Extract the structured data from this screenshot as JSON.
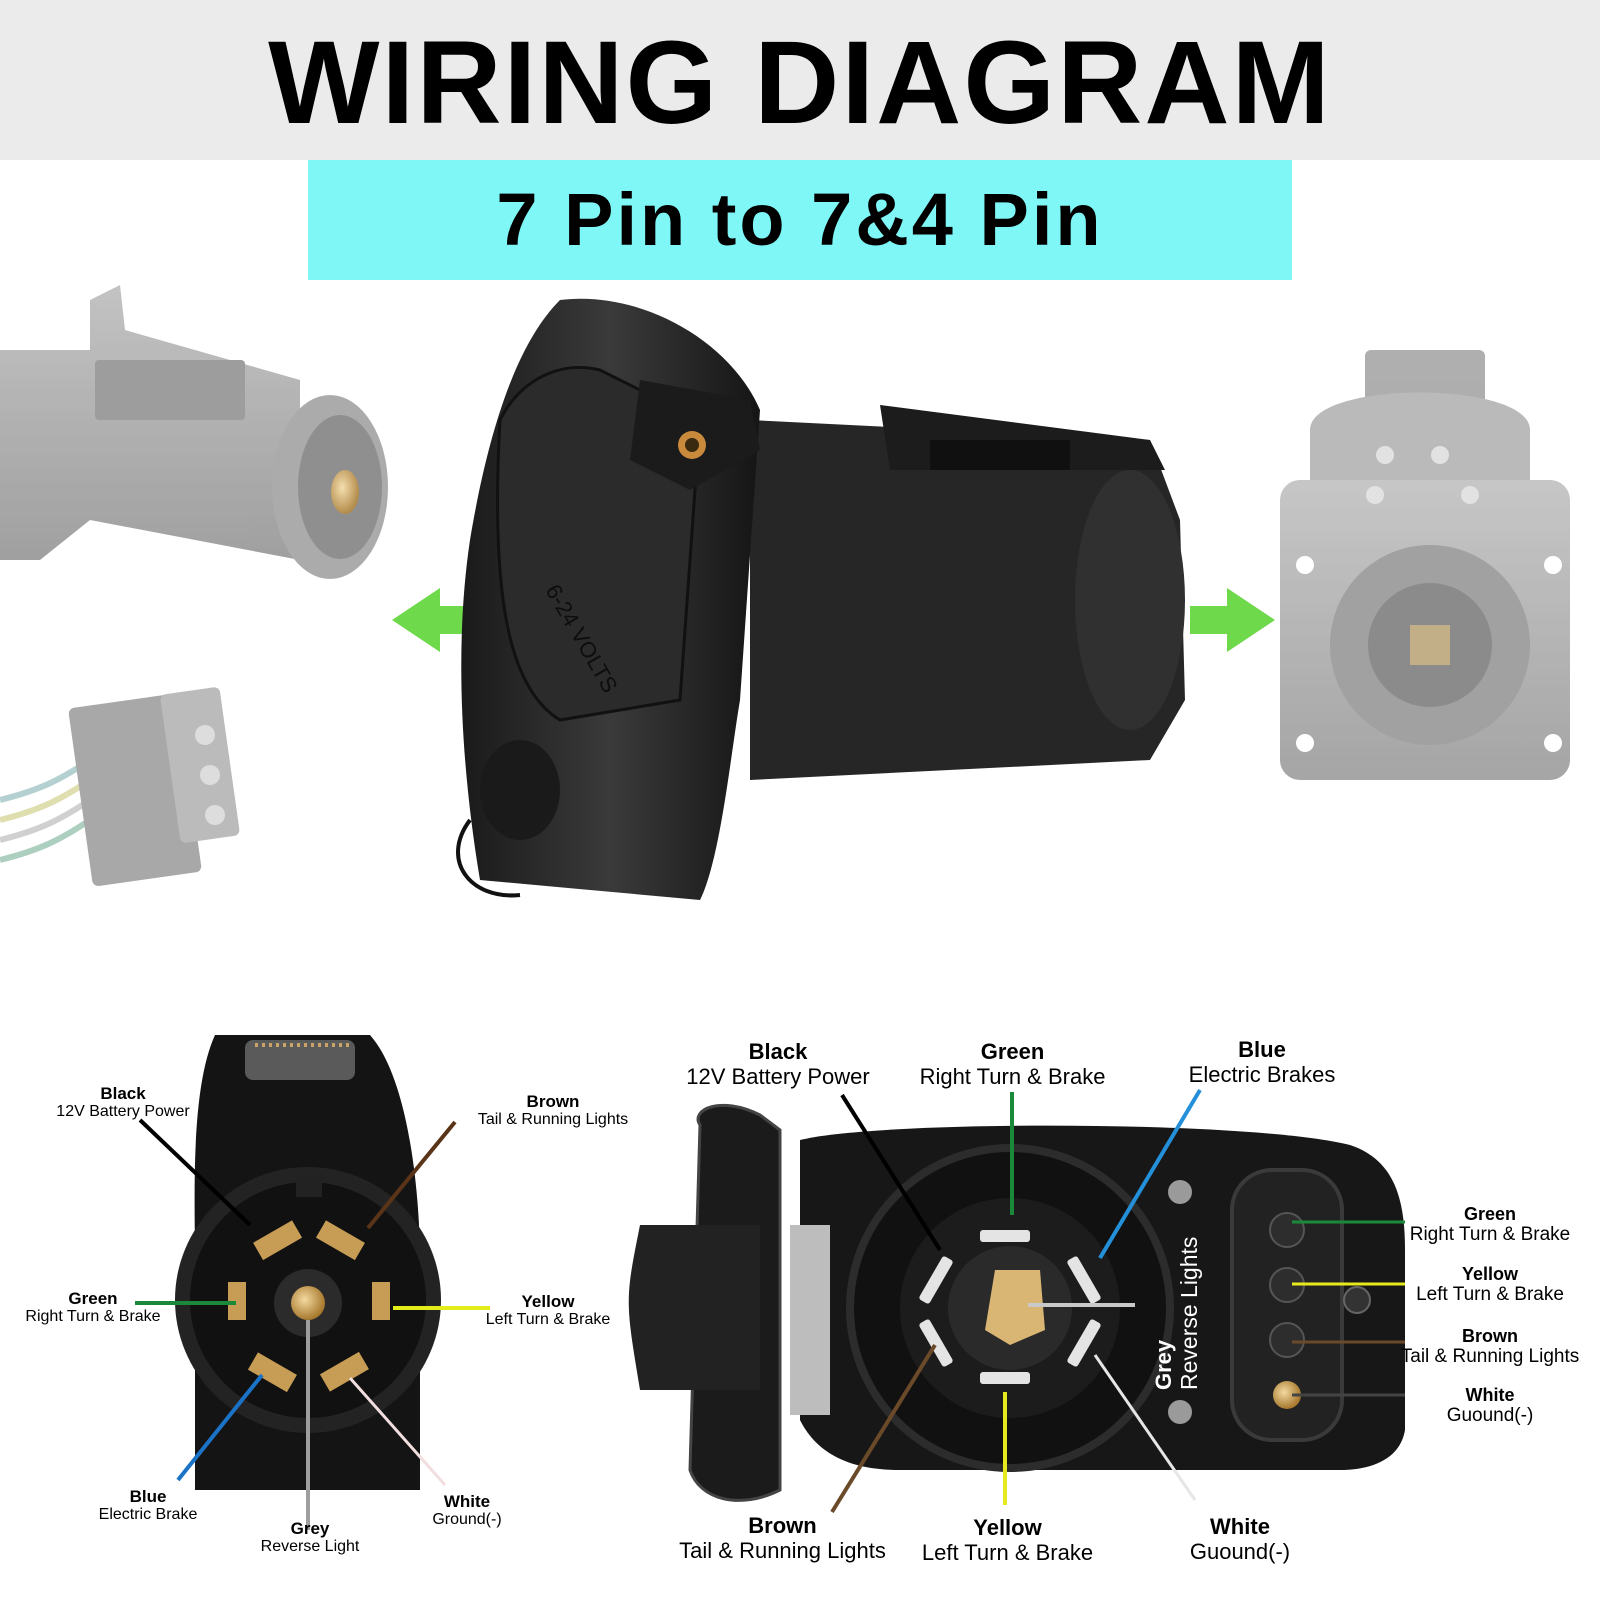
{
  "header": {
    "title": "WIRING DIAGRAM",
    "subtitle": "7 Pin to 7&4 Pin"
  },
  "product": {
    "voltage_text": "6-24 VOLTS"
  },
  "left_plug": {
    "black": {
      "color": "Black",
      "function": "12V Battery Power"
    },
    "brown": {
      "color": "Brown",
      "function": "Tail & Running Lights"
    },
    "green": {
      "color": "Green",
      "function": "Right Turn & Brake"
    },
    "yellow": {
      "color": "Yellow",
      "function": "Left Turn & Brake"
    },
    "blue": {
      "color": "Blue",
      "function": "Electric Brake"
    },
    "grey": {
      "color": "Grey",
      "function": "Reverse Light"
    },
    "white": {
      "color": "White",
      "function": "Ground(-)"
    }
  },
  "right_socket": {
    "black": {
      "color": "Black",
      "function": "12V Battery Power"
    },
    "green": {
      "color": "Green",
      "function": "Right Turn & Brake"
    },
    "blue": {
      "color": "Blue",
      "function": "Electric Brakes"
    },
    "grey": {
      "color": "Grey",
      "function": "Reverse Lights"
    },
    "brown": {
      "color": "Brown",
      "function": "Tail & Running Lights"
    },
    "yellow": {
      "color": "Yellow",
      "function": "Left Turn & Brake"
    },
    "white": {
      "color": "White",
      "function": "Guound(-)"
    }
  },
  "four_pin": {
    "green": {
      "color": "Green",
      "function": "Right Turn & Brake"
    },
    "yellow": {
      "color": "Yellow",
      "function": "Left Turn & Brake"
    },
    "brown": {
      "color": "Brown",
      "function": "Tail & Running Lights"
    },
    "white": {
      "color": "White",
      "function": "Guound(-)"
    }
  },
  "colors": {
    "header_bg": "#ebebeb",
    "subtitle_bg": "#7ff7f7",
    "arrow": "#6ed94a"
  }
}
